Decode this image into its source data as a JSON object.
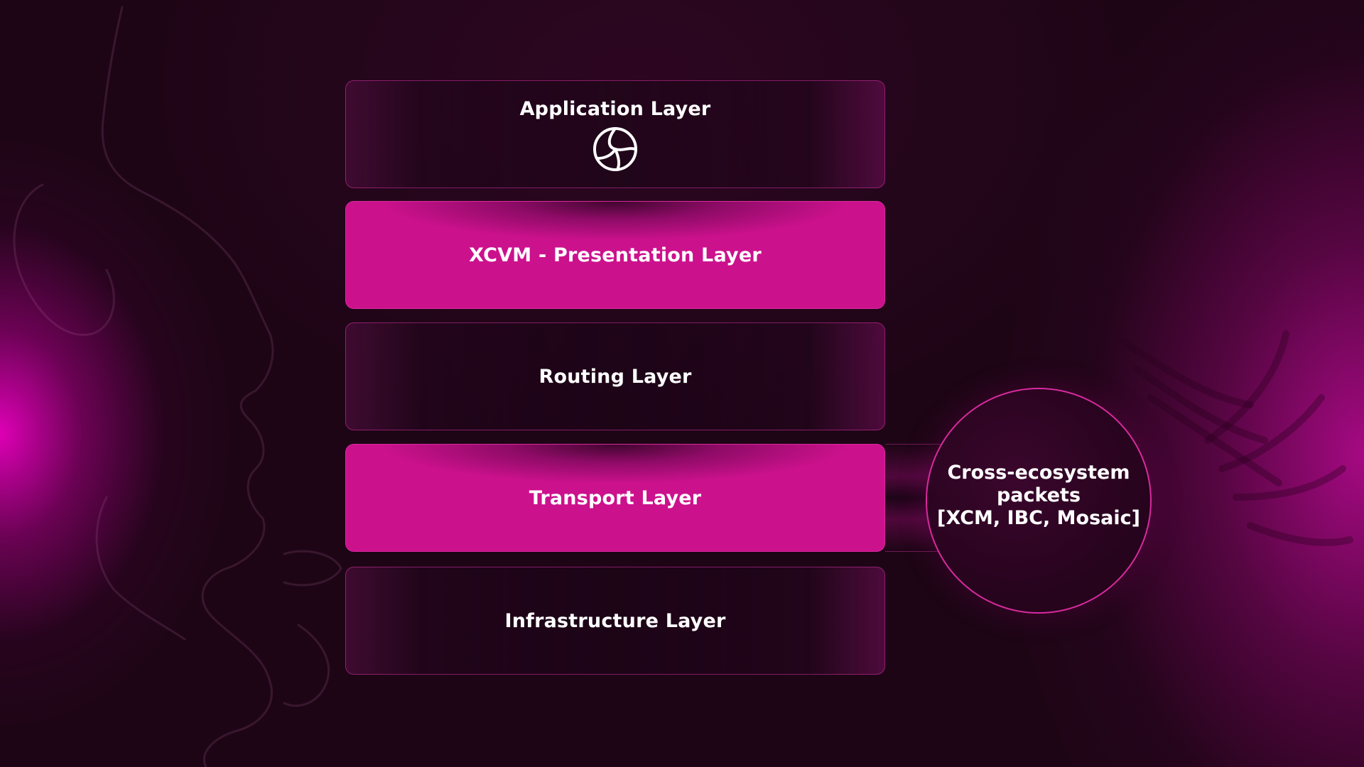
{
  "diagram": {
    "layers": [
      {
        "label": "Application Layer",
        "style": "dark",
        "icon": "network-logo-icon"
      },
      {
        "label": "XCVM - Presentation Layer",
        "style": "pink"
      },
      {
        "label": "Routing Layer",
        "style": "dark"
      },
      {
        "label": "Transport Layer",
        "style": "pink"
      },
      {
        "label": "Infrastructure Layer",
        "style": "dark"
      }
    ],
    "packets": {
      "lines": [
        "Cross-ecosystem",
        "packets",
        "[XCM, IBC, Mosaic]"
      ],
      "connected_to": "Transport Layer"
    }
  },
  "colors": {
    "background": "#1e0516",
    "accent_pink": "#cc118d",
    "border_pink": "#d92a9e",
    "text": "#ffffff"
  }
}
